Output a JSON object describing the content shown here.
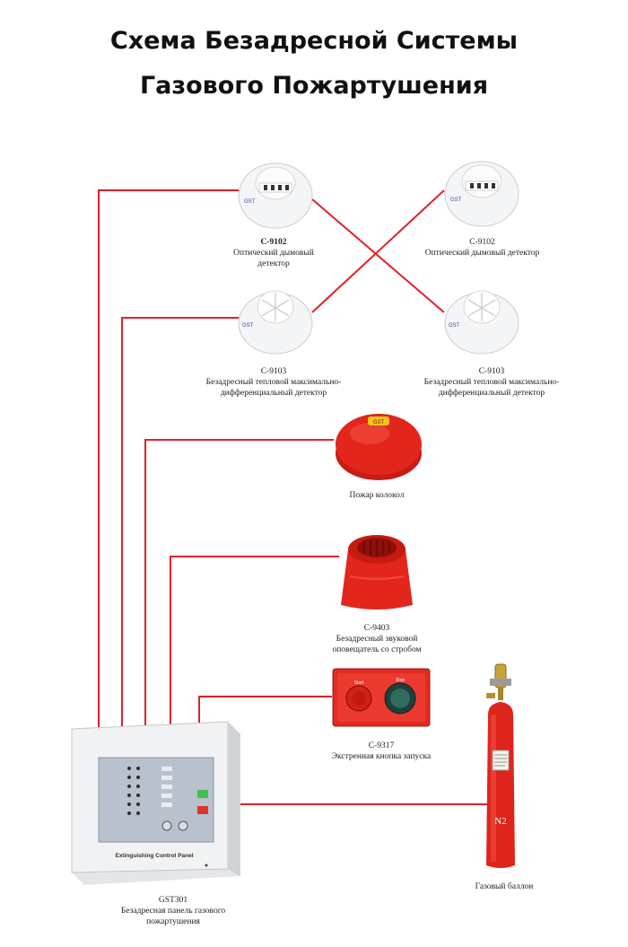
{
  "title": {
    "line1": "Схема Безадресной Системы",
    "line2": "Газового Пожартушения"
  },
  "colors": {
    "wire": "#e0202a",
    "device_red": "#e3261c",
    "panel": "#eef0f2"
  },
  "devices": {
    "smoke_left": {
      "model": "C-9102",
      "line1": "Оптический дымовый",
      "line2": "детектор"
    },
    "smoke_right": {
      "model": "C-9102",
      "line1": "Оптический дымовый детектор"
    },
    "heat_left": {
      "model": "C-9103",
      "line1": "Безадресный тепловой максимально-",
      "line2": "дифференциальный детектор"
    },
    "heat_right": {
      "model": "C-9103",
      "line1": "Безадресный тепловой максимально-",
      "line2": "дифференциальный детектор"
    },
    "bell": {
      "line1": "Пожар колокол",
      "badge": "GST"
    },
    "sounder": {
      "model": "C-9403",
      "line1": "Безадресный звуковой",
      "line2": "оповещатель со стробом"
    },
    "button": {
      "model": "C-9317",
      "line1": "Экстренная кнопка запуска",
      "left_label": "Start",
      "right_label": "Stop"
    },
    "panel": {
      "model": "GST301",
      "line1": "Безадресная панель газового",
      "line2": "пожартушения",
      "nameplate": "Extinguishing Control Panel"
    },
    "cylinder": {
      "line1": "Газовый баллон",
      "gas_mark": "N2"
    }
  }
}
